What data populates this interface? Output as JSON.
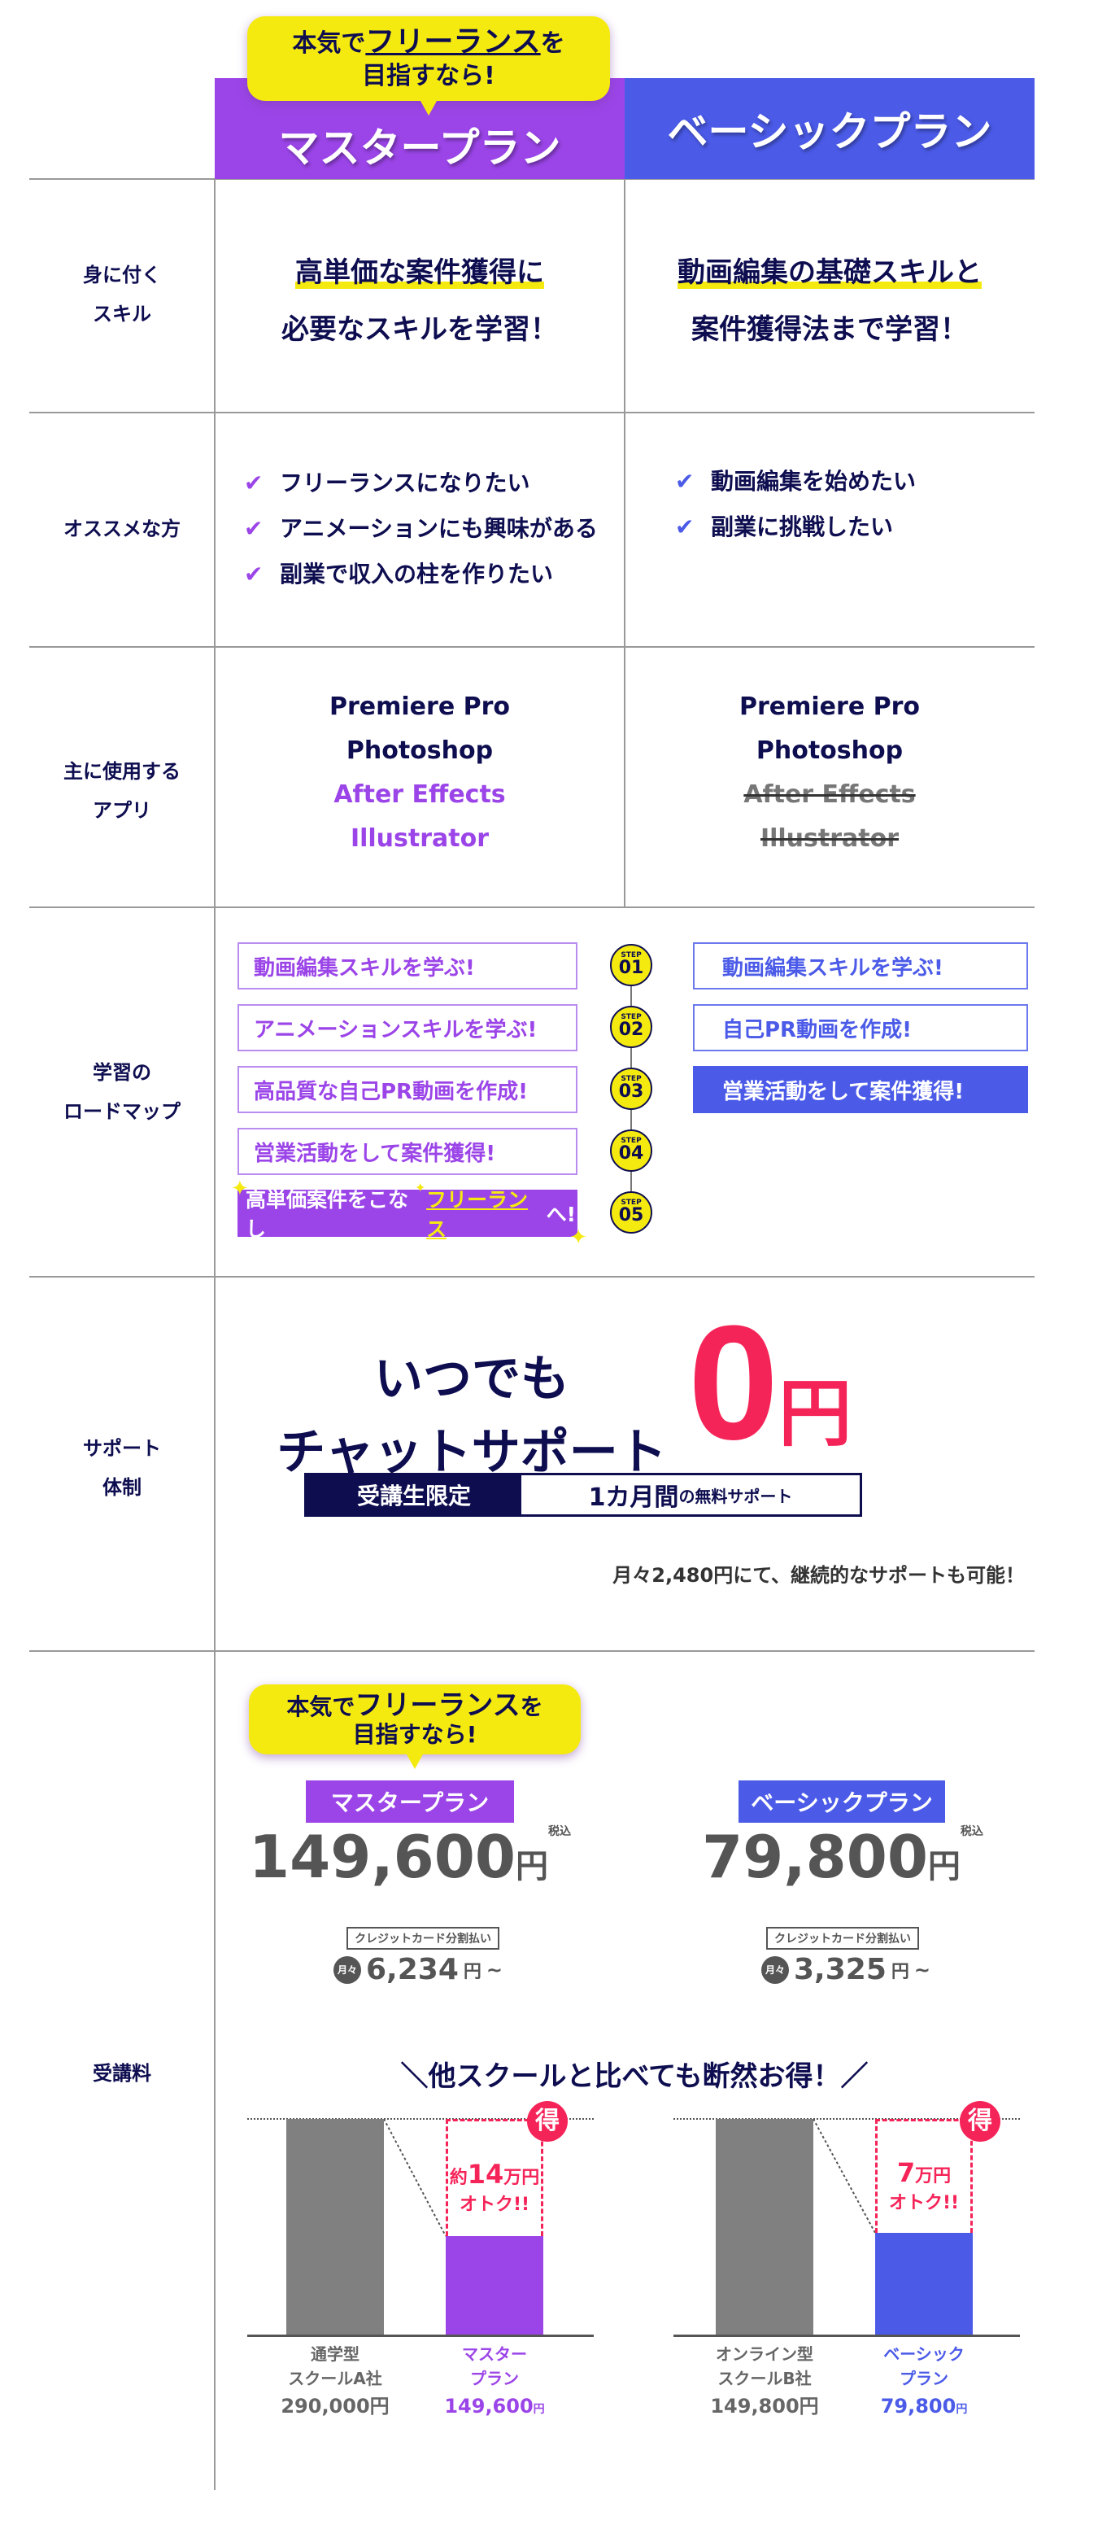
{
  "header": {
    "bubble_pre": "本気で",
    "bubble_em": "フリーランス",
    "bubble_post": "を",
    "bubble_line2": "目指すなら!",
    "master": "マスタープラン",
    "basic": "ベーシックプラン"
  },
  "colors": {
    "master": "#9b45e8",
    "basic": "#4b5be8",
    "navy": "#0d0d50",
    "yellow": "#f5ea10",
    "pink": "#f52458"
  },
  "rows": {
    "skill": {
      "label1": "身に付く",
      "label2": "スキル",
      "master1": "高単価な案件獲得に",
      "master2": "必要なスキルを学習！",
      "basic1": "動画編集の基礎スキルと",
      "basic2": "案件獲得法まで学習！"
    },
    "target": {
      "label": "オススメな方",
      "master": [
        "フリーランスになりたい",
        "アニメーションにも興味がある",
        "副業で収入の柱を作りたい"
      ],
      "basic": [
        "動画編集を始めたい",
        "副業に挑戦したい"
      ]
    },
    "apps": {
      "label1": "主に使用する",
      "label2": "アプリ",
      "master": [
        "Premiere Pro",
        "Photoshop",
        "After Effects",
        "Illustrator"
      ],
      "basic": [
        "Premiere Pro",
        "Photoshop",
        "After Effects",
        "Illustrator"
      ]
    },
    "roadmap": {
      "label1": "学習の",
      "label2": "ロードマップ",
      "step_word": "STEP",
      "steps": [
        "01",
        "02",
        "03",
        "04",
        "05"
      ],
      "master": [
        "動画編集スキルを学ぶ!",
        "アニメーションスキルを学ぶ!",
        "高品質な自己PR動画を作成!",
        "営業活動をして案件獲得!"
      ],
      "master_final_pre": "高単価案件をこなし",
      "master_final_em": "フリーランス",
      "master_final_post": "へ!",
      "basic": [
        "動画編集スキルを学ぶ!",
        "自己PR動画を作成!",
        "営業活動をして案件獲得!"
      ]
    },
    "support": {
      "label1": "サポート",
      "label2": "体制",
      "line1": "いつでも",
      "line2": "チャットサポート",
      "zero": "0",
      "yen": "円",
      "tag": "受講生限定",
      "period": "1カ月間",
      "period_suffix": "の無料サポート",
      "note": "月々2,480円にて、継続的なサポートも可能！"
    },
    "fee": {
      "label": "受講料",
      "master_price": "149,600",
      "basic_price": "79,800",
      "yen": "円",
      "tax": "税込",
      "credit": "クレジットカード分割払い",
      "monthly_badge": "月々",
      "master_monthly": "6,234",
      "basic_monthly": "3,325",
      "tilde": "~",
      "compare_title": "＼他スクールと比べても断然お得！／",
      "toku": "得",
      "chart1": {
        "other_label1": "通学型",
        "other_label2": "スクールA社",
        "other_price": "290,000円",
        "plan_label1": "マスター",
        "plan_label2": "プラン",
        "plan_price": "149,600",
        "yen_small": "円",
        "saving_pre": "約",
        "saving_num": "14",
        "saving_unit": "万円",
        "saving_line2": "オトク!!",
        "other_value": 290000,
        "plan_value": 149600
      },
      "chart2": {
        "other_label1": "オンライン型",
        "other_label2": "スクールB社",
        "other_price": "149,800円",
        "plan_label1": "ベーシック",
        "plan_label2": "プラン",
        "plan_price": "79,800",
        "yen_small": "円",
        "saving_pre": "",
        "saving_num": "7",
        "saving_unit": "万円",
        "saving_line2": "オトク!!",
        "other_value": 149800,
        "plan_value": 79800
      }
    }
  }
}
